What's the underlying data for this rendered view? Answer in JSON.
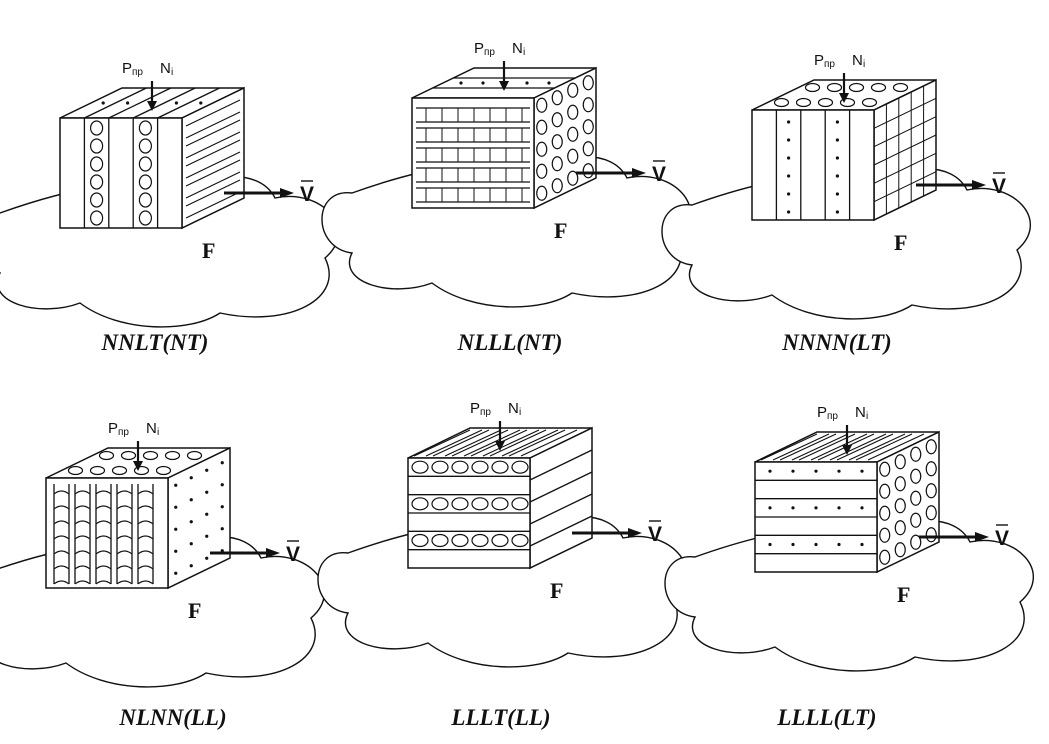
{
  "panels": [
    {
      "id": "nnlt",
      "caption": "NNLT(NT)",
      "p_label": "P",
      "p_sub": "пр",
      "n_label": "N",
      "n_sub": "i",
      "f_label": "F",
      "v_label": "V"
    },
    {
      "id": "nlll",
      "caption": "NLLL(NT)",
      "p_label": "P",
      "p_sub": "пр",
      "n_label": "N",
      "n_sub": "i",
      "f_label": "F",
      "v_label": "V"
    },
    {
      "id": "nnnn",
      "caption": "NNNN(LT)",
      "p_label": "P",
      "p_sub": "пр",
      "n_label": "N",
      "n_sub": "i",
      "f_label": "F",
      "v_label": "V"
    },
    {
      "id": "nlnn",
      "caption": "NLNN(LL)",
      "p_label": "P",
      "p_sub": "пр",
      "n_label": "N",
      "n_sub": "i",
      "f_label": "F",
      "v_label": "V"
    },
    {
      "id": "lllt",
      "caption": "LLLT(LL)",
      "p_label": "P",
      "p_sub": "пр",
      "n_label": "N",
      "n_sub": "i",
      "f_label": "F",
      "v_label": "V"
    },
    {
      "id": "llll",
      "caption": "LLLL(LT)",
      "p_label": "P",
      "p_sub": "пр",
      "n_label": "N",
      "n_sub": "i",
      "f_label": "F",
      "v_label": "V"
    }
  ],
  "colors": {
    "ink": "#111111",
    "paper": "#ffffff"
  }
}
